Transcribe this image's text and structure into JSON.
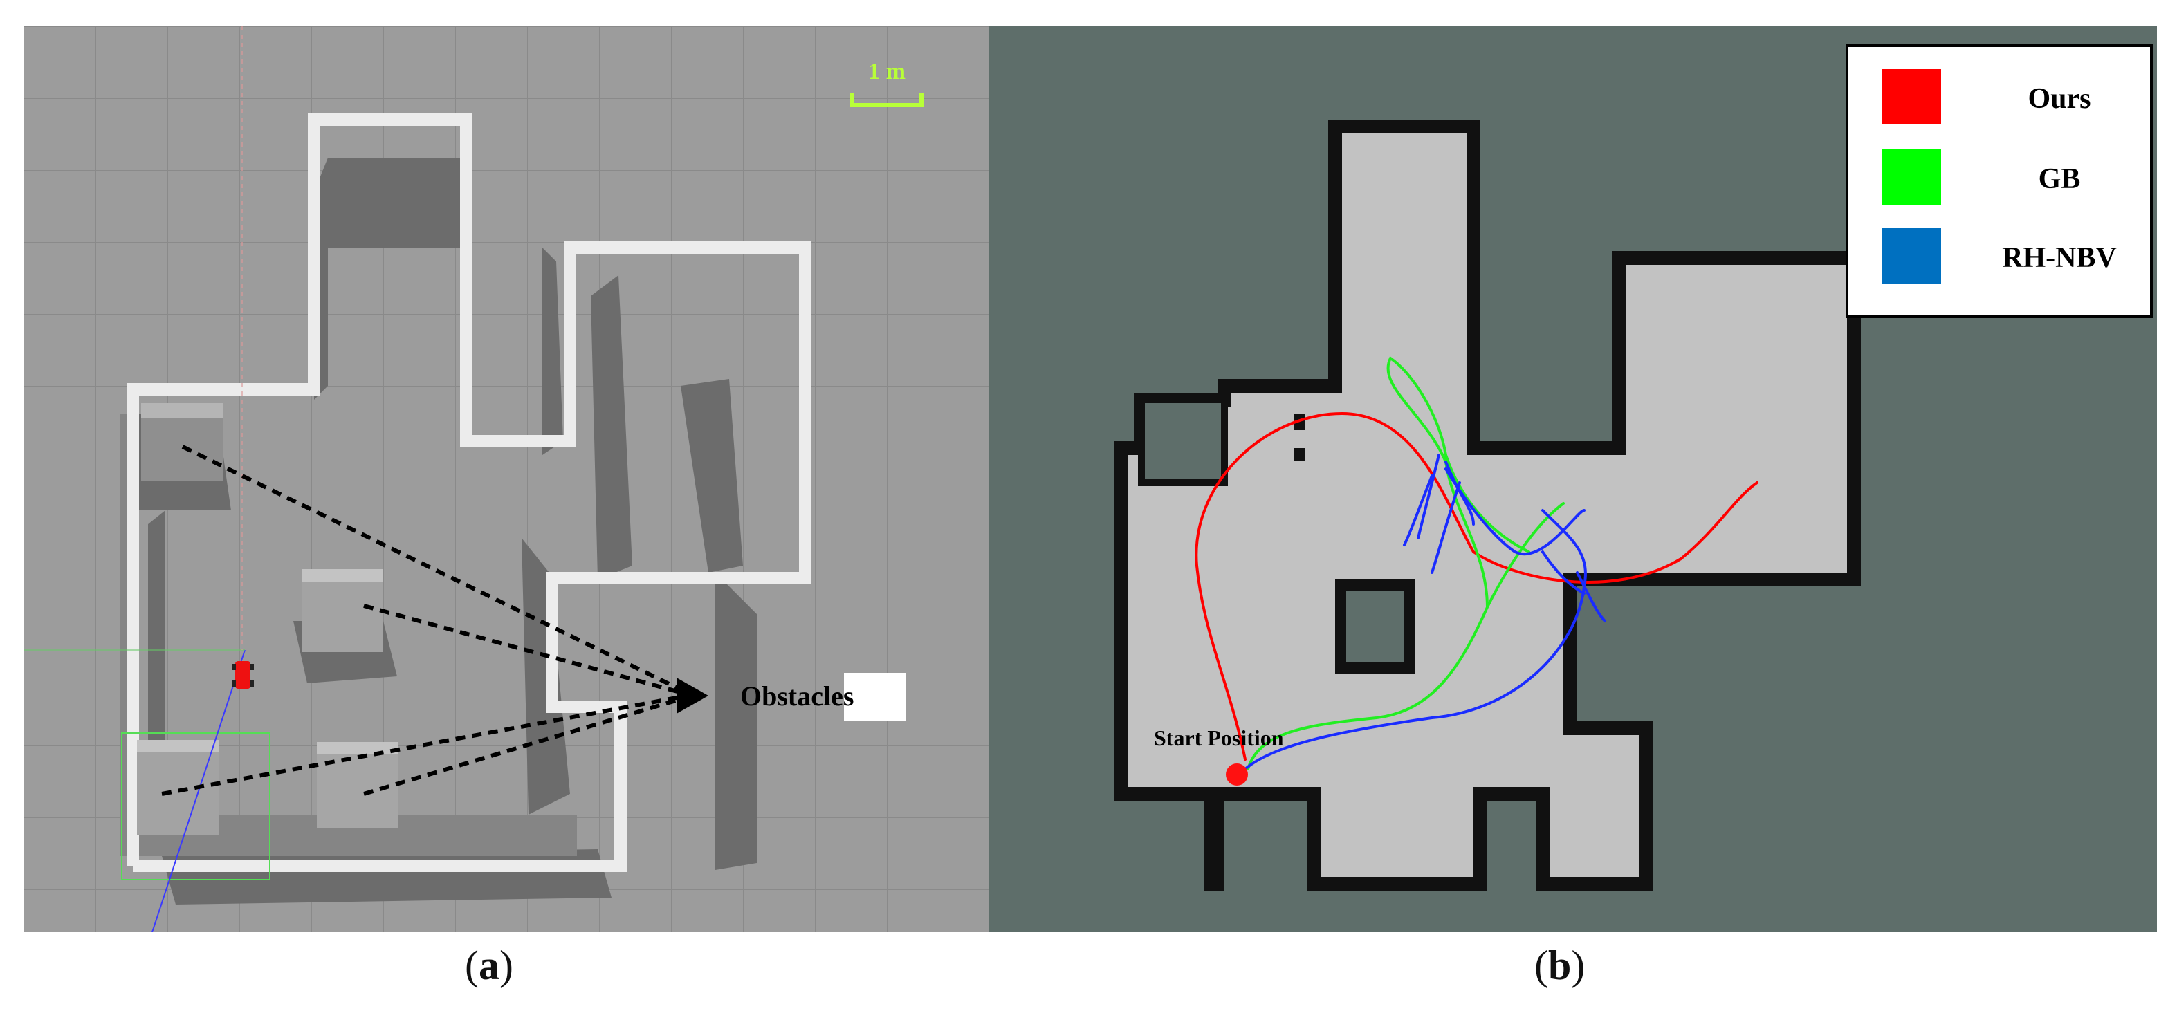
{
  "panel_a": {
    "scale_bar_label": "1 m",
    "obstacles_label": "Obstacles",
    "caption": {
      "open": "(",
      "letter": "a",
      "close": ")"
    }
  },
  "panel_b": {
    "start_label": "Start Position",
    "legend": [
      {
        "label": "Ours",
        "color": "#ff0000"
      },
      {
        "label": "GB",
        "color": "#00ff00"
      },
      {
        "label": "RH-NBV",
        "color": "#0070c0"
      }
    ],
    "caption": {
      "open": "(",
      "letter": "b",
      "close": ")"
    }
  },
  "colors": {
    "floor_a": "#9c9c9c",
    "wall_a": "#ececec",
    "shadow_a": "#6c6c6c",
    "background_b": "#5e6e6a",
    "free_space_b": "#c2c2c2",
    "wall_b": "#111111",
    "path_ours": "#ff0000",
    "path_gb": "#22ee22",
    "path_rhnbv": "#1a2cff",
    "scale_bar": "#b8ff38"
  }
}
